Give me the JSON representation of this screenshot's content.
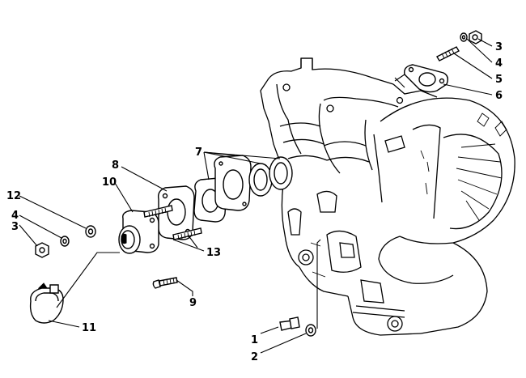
{
  "diagram": {
    "callouts": {
      "c1": "1",
      "c2": "2",
      "c3_right": "3",
      "c4_right": "4",
      "c5": "5",
      "c6": "6",
      "c7": "7",
      "c8": "8",
      "c9": "9",
      "c10": "10",
      "c11": "11",
      "c12": "12",
      "c4_left": "4",
      "c3_left": "3",
      "c13": "13"
    }
  }
}
